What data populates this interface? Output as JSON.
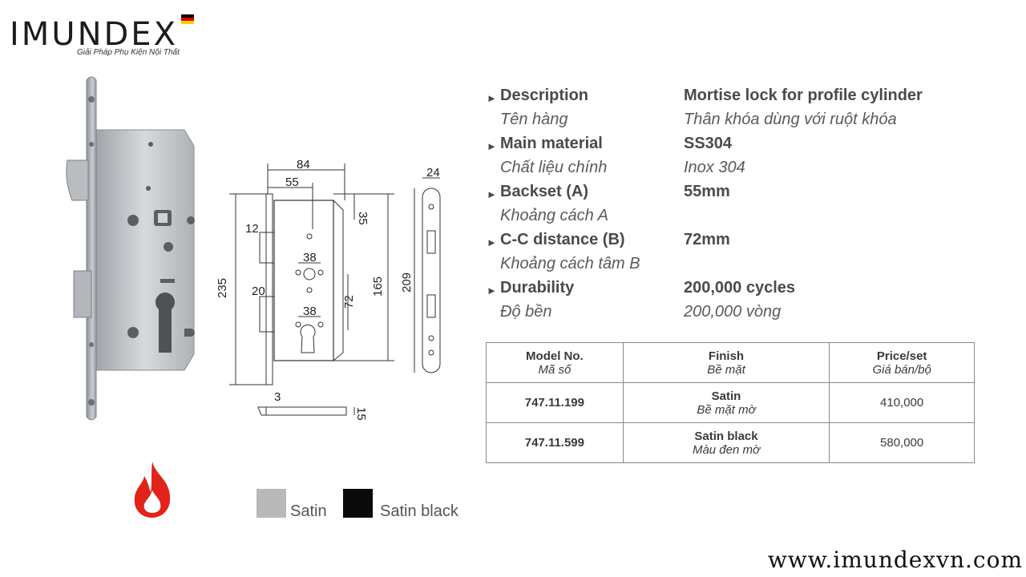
{
  "logo": {
    "wordmark": "IMUNDEX",
    "tagline": "Giải Pháp Phụ Kiện Nội Thất",
    "flag_colors": [
      "#000000",
      "#dd0000",
      "#ffce00"
    ]
  },
  "drawing": {
    "dims": {
      "d84": "84",
      "d55": "55",
      "d35": "35",
      "d12": "12",
      "d38a": "38",
      "d235": "235",
      "d20": "20",
      "d72": "72",
      "d165": "165",
      "d38b": "38",
      "d209": "209",
      "d24": "24",
      "d3": "3",
      "d15": "15"
    }
  },
  "specs": [
    {
      "label": "Description",
      "value": "Mortise lock for profile cylinder",
      "sub_label": "Tên hàng",
      "sub_value": "Thân khóa dùng với ruột khóa"
    },
    {
      "label": "Main material",
      "value": "SS304",
      "sub_label": "Chất liệu chính",
      "sub_value": "Inox 304"
    },
    {
      "label": "Backset (A)",
      "value": "55mm",
      "sub_label": "Khoảng cách A",
      "sub_value": ""
    },
    {
      "label": "C-C distance (B)",
      "value": "72mm",
      "sub_label": "Khoảng cách tâm B",
      "sub_value": ""
    },
    {
      "label": "Durability",
      "value": "200,000 cycles",
      "sub_label": "Độ bền",
      "sub_value": "200,000 vòng"
    }
  ],
  "spec_arrow": "►",
  "table": {
    "headers": [
      {
        "main": "Model No.",
        "sub": "Mã số"
      },
      {
        "main": "Finish",
        "sub": "Bề mặt"
      },
      {
        "main": "Price/set",
        "sub": "Giá bán/bộ"
      }
    ],
    "rows": [
      {
        "model": "747.11.199",
        "finish": "Satin",
        "finish_sub": "Bề mặt mờ",
        "price": "410,000"
      },
      {
        "model": "747.11.599",
        "finish": "Satin black",
        "finish_sub": "Màu đen mờ",
        "price": "580,000"
      }
    ]
  },
  "swatches": [
    {
      "label": "Satin",
      "color": "#b9b9b9"
    },
    {
      "label": "Satin black",
      "color": "#0a0a0a"
    }
  ],
  "fire_icon": "fire-icon",
  "fire_color": "#e2231a",
  "website": "www.imundexvn.com"
}
